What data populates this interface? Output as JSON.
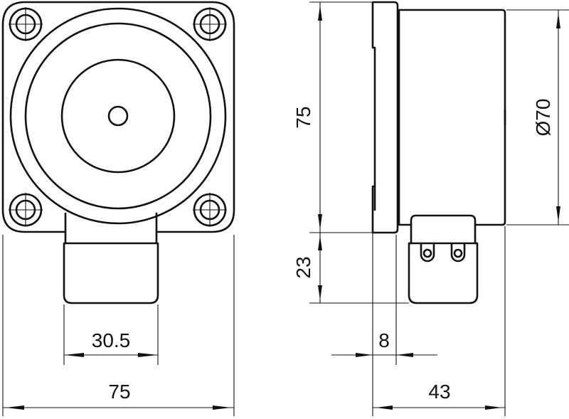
{
  "drawing": {
    "type": "technical drawing",
    "views": [
      "front-view",
      "side-view"
    ]
  },
  "front_view": {
    "dimensions": {
      "bracket_width": "30.5",
      "total_width": "75"
    }
  },
  "side_view": {
    "dimensions": {
      "height": "75",
      "diameter": "Ø70",
      "terminal_height": "23",
      "flange_thickness": "8",
      "depth": "43"
    }
  },
  "colors": {
    "line": "#111111",
    "background": "#ffffff"
  }
}
